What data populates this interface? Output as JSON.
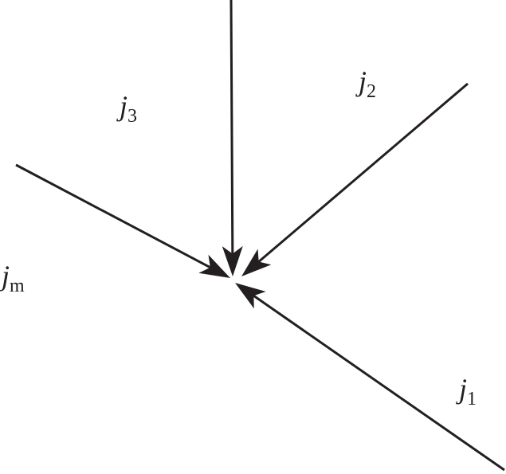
{
  "diagram": {
    "line_color": "#231f20",
    "labels": [
      {
        "id": "j3",
        "base": "j",
        "sub": "3"
      },
      {
        "id": "j2",
        "base": "j",
        "sub": "2"
      },
      {
        "id": "jm",
        "base": "j",
        "sub": "m"
      },
      {
        "id": "j1",
        "base": "j",
        "sub": "1"
      }
    ]
  }
}
